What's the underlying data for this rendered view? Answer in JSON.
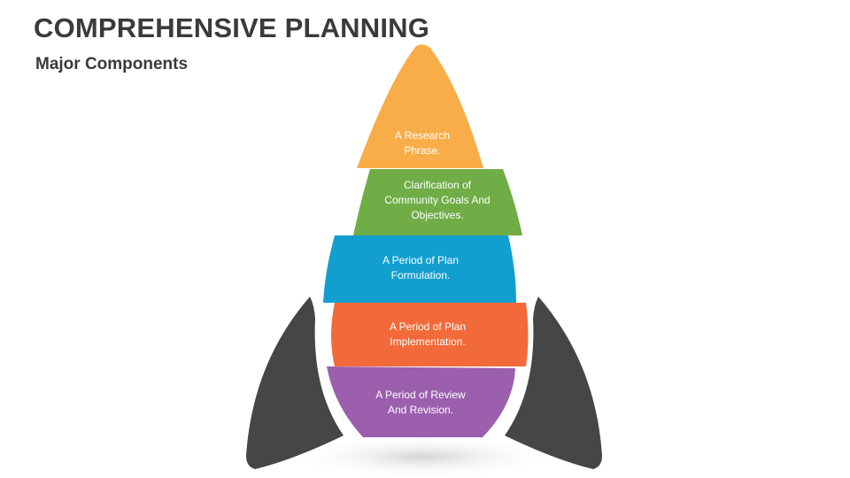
{
  "title": "COMPREHENSIVE PLANNING",
  "subtitle": "Major Components",
  "colors": {
    "title_text": "#3a3a3a",
    "fins": "#464646",
    "shadow": "#d9d9d9",
    "label_text": "#ffffff"
  },
  "segments": [
    {
      "lines": [
        "A Research",
        "Phrase."
      ],
      "color": "#f9ad48"
    },
    {
      "lines": [
        "Clarification of",
        "Community Goals And",
        "Objectives."
      ],
      "color": "#70ad47"
    },
    {
      "lines": [
        "A Period of Plan",
        "Formulation."
      ],
      "color": "#129fd0"
    },
    {
      "lines": [
        "A Period of Plan",
        "Implementation."
      ],
      "color": "#f26a39"
    },
    {
      "lines": [
        "A Period of Review",
        "And Revision."
      ],
      "color": "#9b5fae"
    }
  ]
}
